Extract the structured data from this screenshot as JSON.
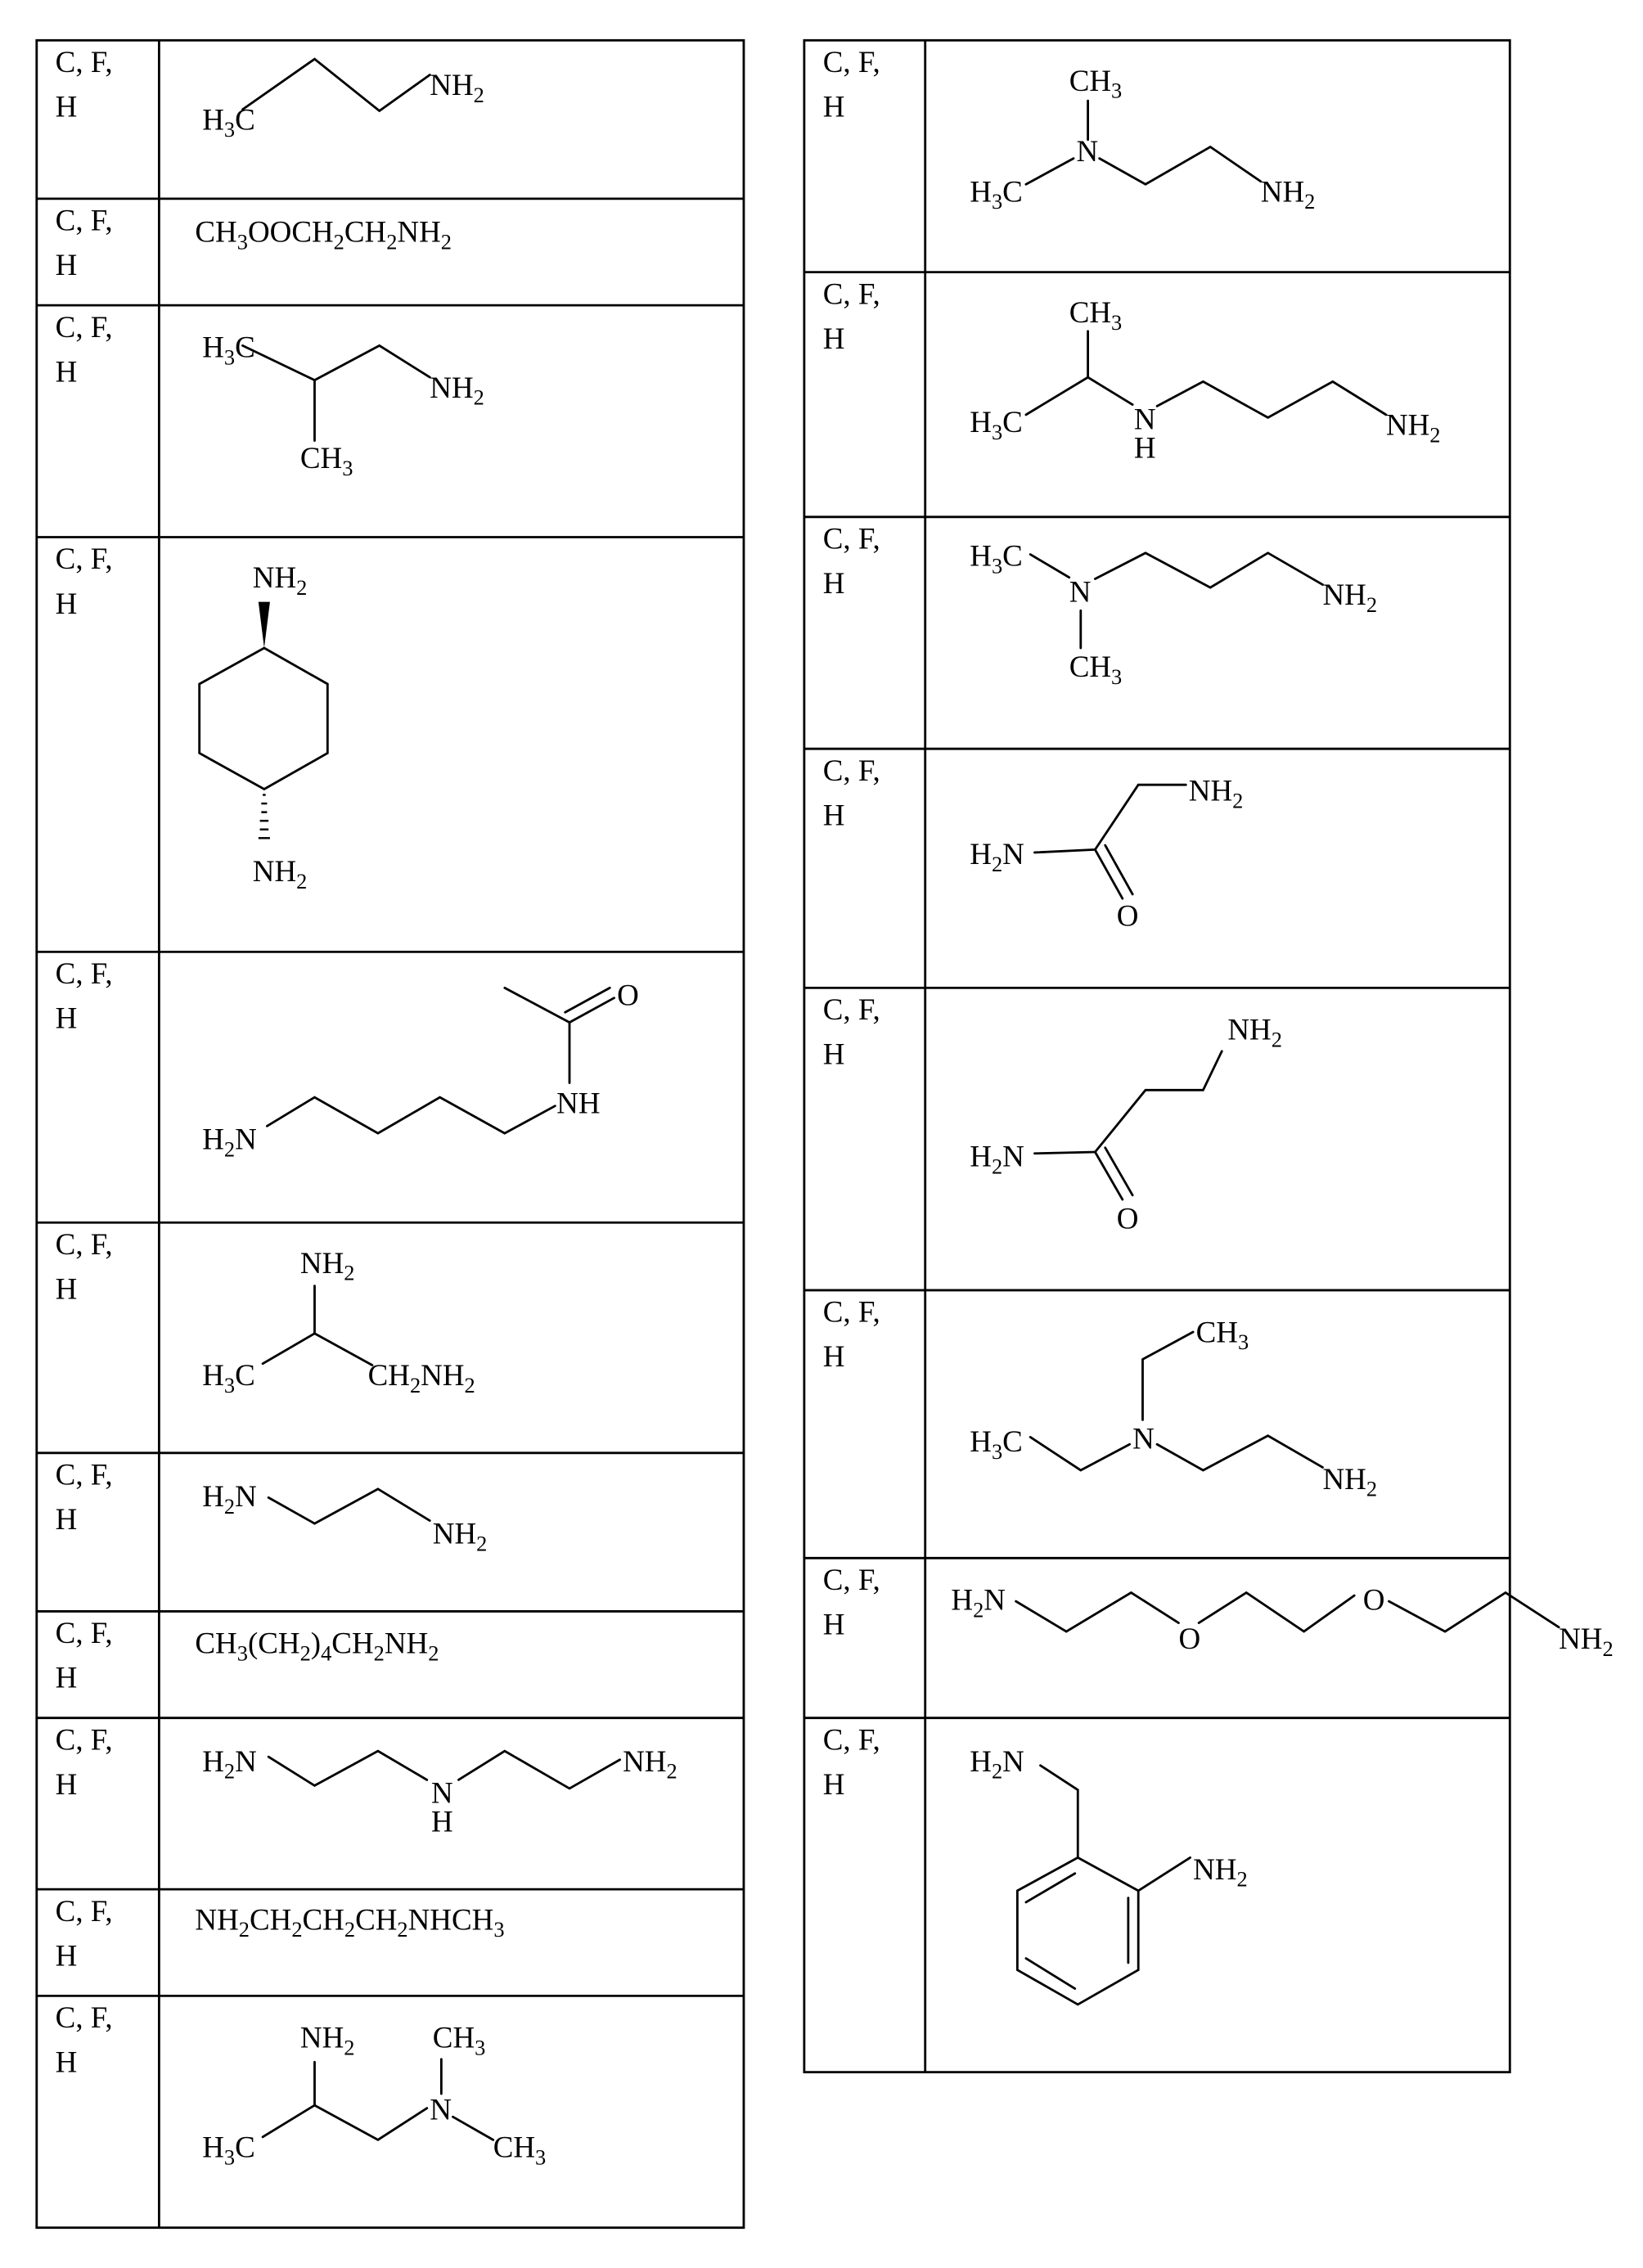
{
  "left_table": {
    "rows": [
      {
        "label": [
          "C, F,",
          "H"
        ],
        "atoms": [
          "H3C",
          "NH2"
        ]
      },
      {
        "label": [
          "C, F,",
          "H"
        ],
        "formula": "CH3OOCH2CH2NH2"
      },
      {
        "label": [
          "C, F,",
          "H"
        ],
        "atoms": [
          "H3C",
          "NH2",
          "CH3"
        ]
      },
      {
        "label": [
          "C, F,",
          "H"
        ],
        "atoms": [
          "NH2",
          "NH2"
        ]
      },
      {
        "label": [
          "C, F,",
          "H"
        ],
        "atoms": [
          "O",
          "NH",
          "H2N"
        ]
      },
      {
        "label": [
          "C, F,",
          "H"
        ],
        "atoms": [
          "NH2",
          "H3C",
          "CH2NH2"
        ]
      },
      {
        "label": [
          "C, F,",
          "H"
        ],
        "atoms": [
          "H2N",
          "NH2"
        ]
      },
      {
        "label": [
          "C, F,",
          "H"
        ],
        "formula": "CH3(CH2)4CH2NH2"
      },
      {
        "label": [
          "C, F,",
          "H"
        ],
        "atoms": [
          "H2N",
          "N",
          "H",
          "NH2"
        ]
      },
      {
        "label": [
          "C, F,",
          "H"
        ],
        "formula": "NH2CH2CH2CH2NHCH3"
      },
      {
        "label": [
          "C, F,",
          "H"
        ],
        "atoms": [
          "NH2",
          "CH3",
          "H3C",
          "N",
          "CH3"
        ]
      }
    ]
  },
  "right_table": {
    "rows": [
      {
        "label": [
          "C, F,",
          "H"
        ],
        "atoms": [
          "CH3",
          "N",
          "H3C",
          "NH2"
        ]
      },
      {
        "label": [
          "C, F,",
          "H"
        ],
        "atoms": [
          "CH3",
          "H3C",
          "N",
          "H",
          "NH2"
        ]
      },
      {
        "label": [
          "C, F,",
          "H"
        ],
        "atoms": [
          "H3C",
          "N",
          "CH3",
          "NH2"
        ]
      },
      {
        "label": [
          "C, F,",
          "H"
        ],
        "atoms": [
          "NH2",
          "H2N",
          "O"
        ]
      },
      {
        "label": [
          "C, F,",
          "H"
        ],
        "atoms": [
          "NH2",
          "H2N",
          "O"
        ]
      },
      {
        "label": [
          "C, F,",
          "H"
        ],
        "atoms": [
          "CH3",
          "H3C",
          "N",
          "NH2"
        ]
      },
      {
        "label": [
          "C, F,",
          "H"
        ],
        "atoms": [
          "H2N",
          "O",
          "O",
          "NH2"
        ]
      },
      {
        "label": [
          "C, F,",
          "H"
        ],
        "atoms": [
          "H2N",
          "NH2"
        ]
      }
    ]
  }
}
